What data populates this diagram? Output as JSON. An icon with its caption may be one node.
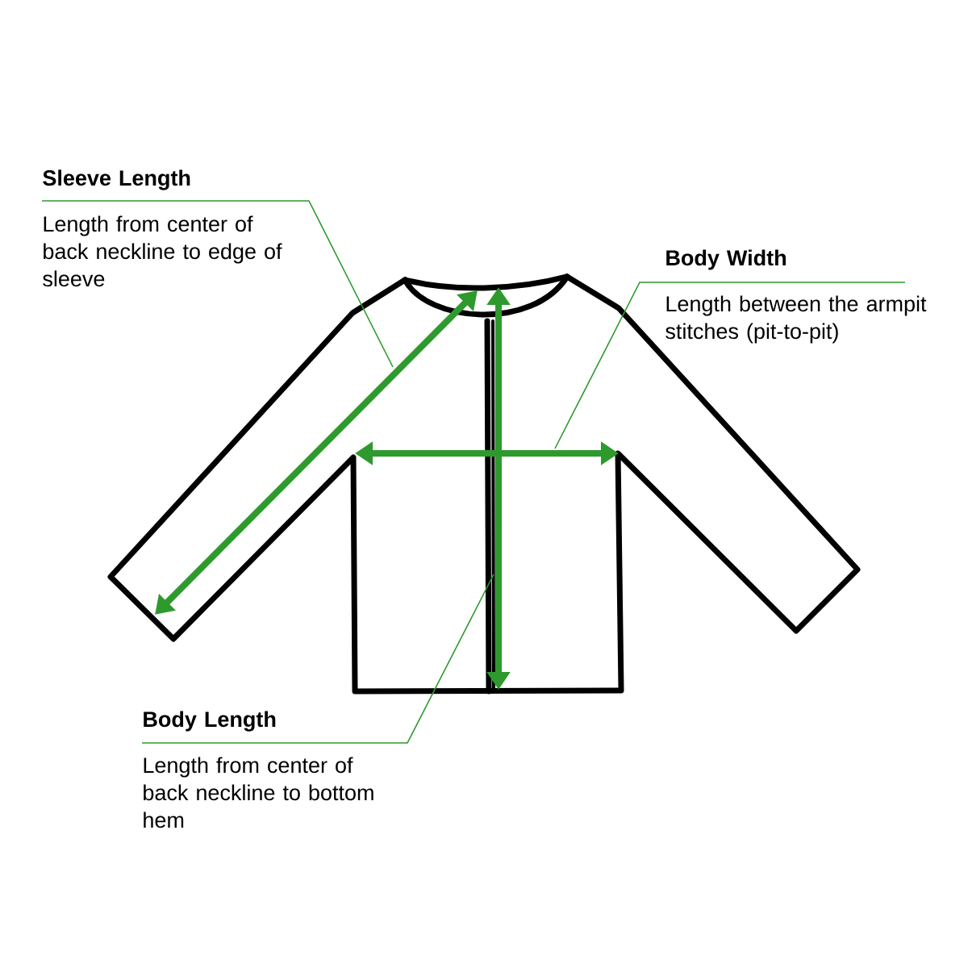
{
  "diagram": {
    "nodes": [
      {
        "text": [
          "Sleeve Length",
          "Length from center of back neckline to edge of sleeve"
        ]
      },
      {
        "text": [
          "Body Width",
          "Length between the armpit stitches (pit-to-pit)"
        ]
      },
      {
        "text": [
          "Body Length",
          "Length from center of back neckline to bottom hem"
        ]
      }
    ],
    "edges": [
      {
        "from": 0,
        "to": null,
        "arrow": "none"
      },
      {
        "from": 1,
        "to": null,
        "arrow": "none"
      },
      {
        "from": 2,
        "to": null,
        "arrow": "none"
      }
    ]
  }
}
